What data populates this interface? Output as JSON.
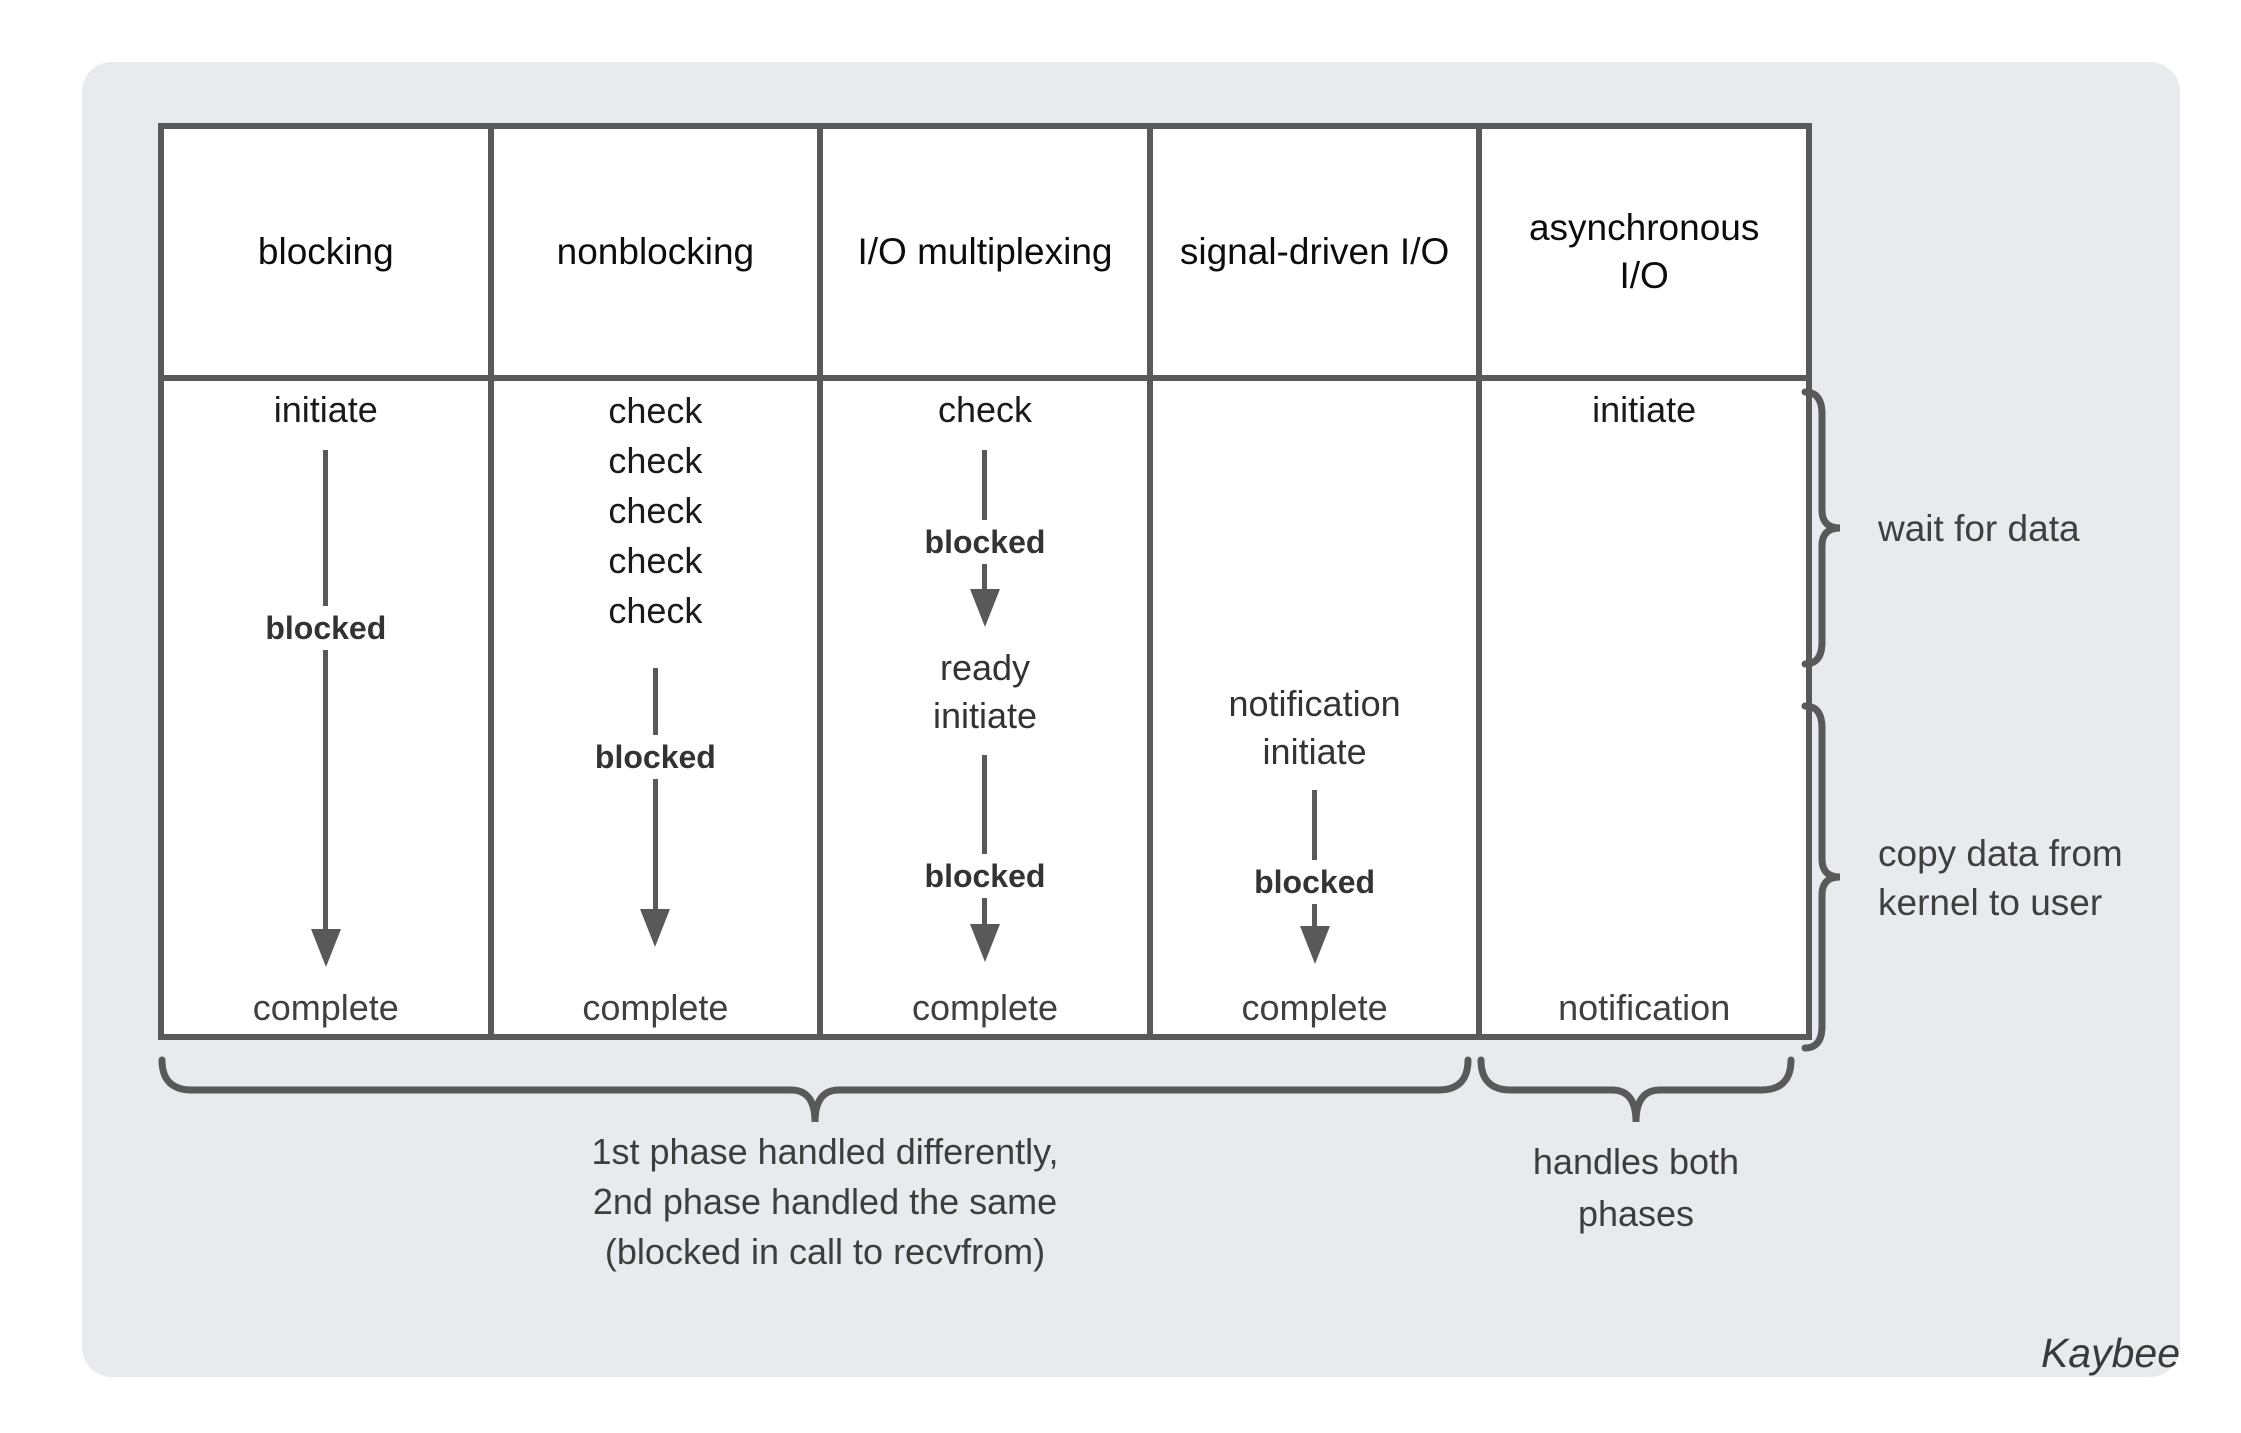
{
  "cols": [
    {
      "header": "blocking",
      "initiate": "initiate",
      "blocked": "blocked",
      "complete": "complete"
    },
    {
      "header": "nonblocking",
      "checks": [
        "check",
        "check",
        "check",
        "check",
        "check"
      ],
      "blocked": "blocked",
      "complete": "complete"
    },
    {
      "header": "I/O multiplexing",
      "check": "check",
      "blocked_first": "blocked",
      "ready": "ready",
      "initiate": "initiate",
      "blocked_second": "blocked",
      "complete": "complete"
    },
    {
      "header": "signal-driven I/O",
      "notification": "notification",
      "initiate": "initiate",
      "blocked": "blocked",
      "complete": "complete"
    },
    {
      "header": "asynchronous I/O",
      "initiate": "initiate",
      "notification": "notification"
    }
  ],
  "annotations": {
    "wait_for_data": "wait for data",
    "copy_line1": "copy data from",
    "copy_line2": "kernel to user"
  },
  "footer": {
    "left_line1": "1st phase handled differently,",
    "left_line2": "2nd phase handled the same",
    "left_line3": "(blocked in call to recvfrom)",
    "right_line1": "handles both",
    "right_line2": "phases"
  },
  "signature": "Kaybee",
  "colors": {
    "card_bg": "#E9EAEE",
    "line": "#595959",
    "text_dark": "#1a1a1a",
    "text_gray": "#3f3f3f"
  }
}
